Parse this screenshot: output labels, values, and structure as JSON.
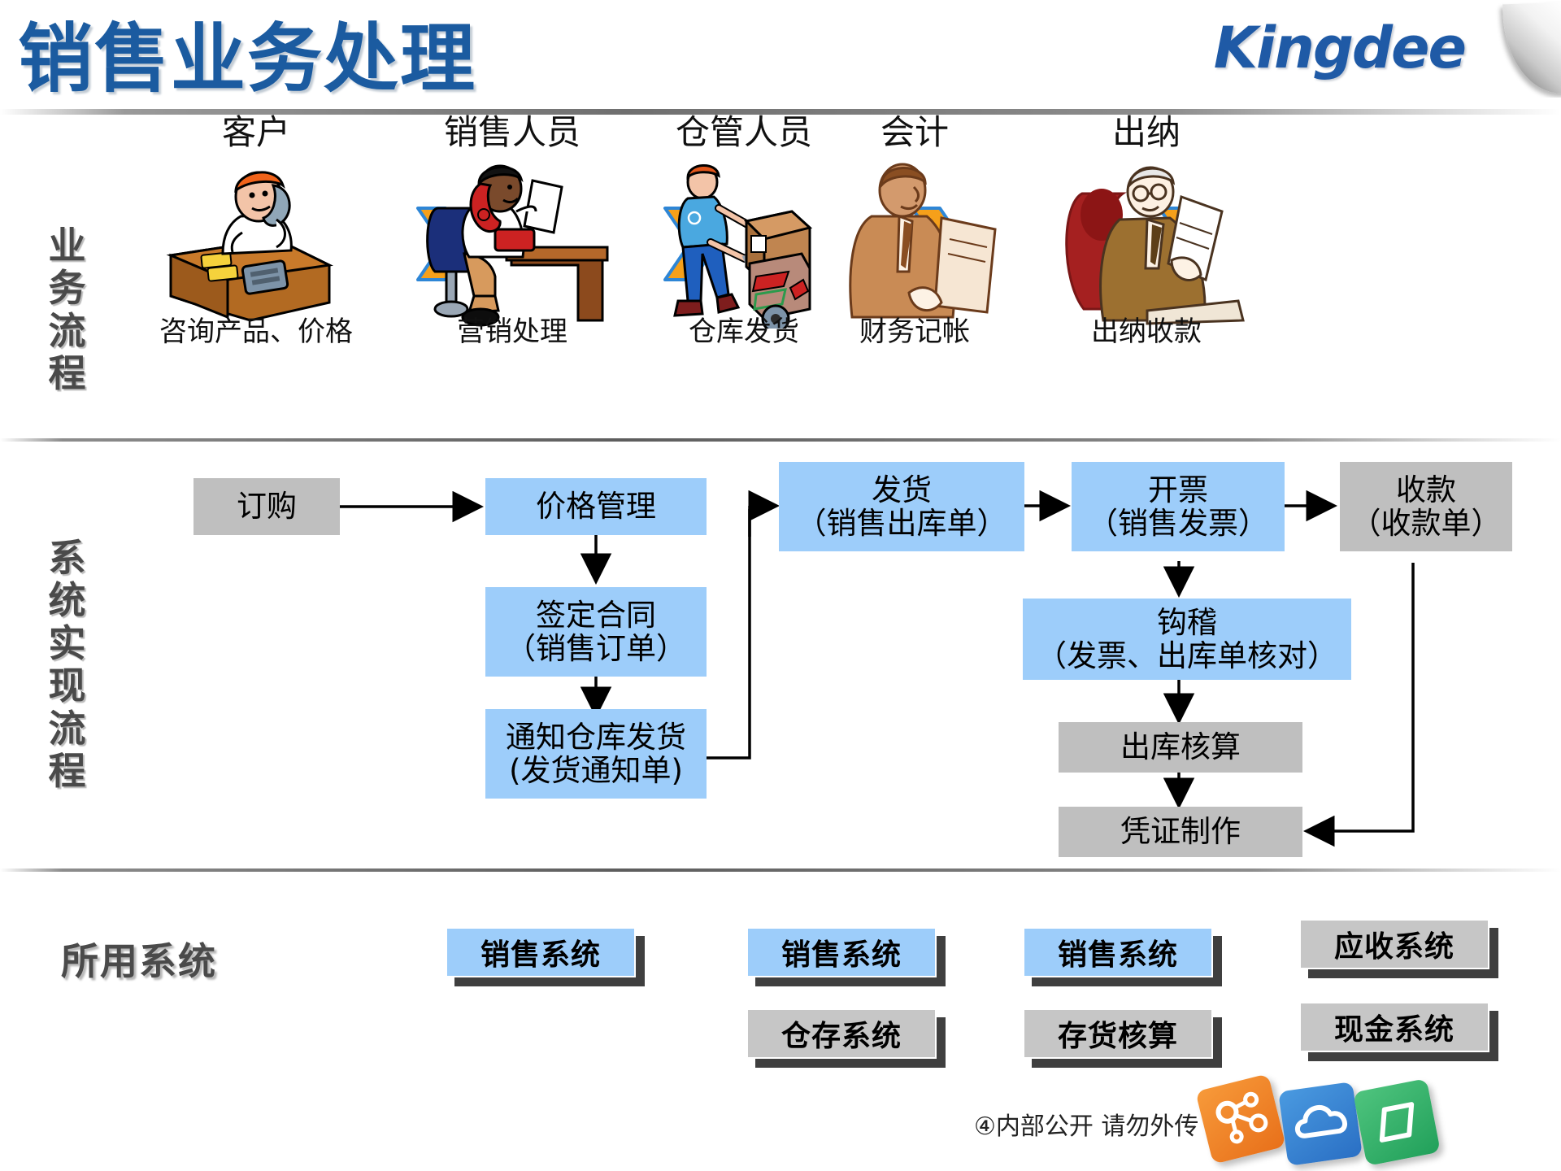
{
  "header": {
    "title": "销售业务处理",
    "brand": "Kingdee"
  },
  "bands": {
    "business_flow_label": "业务流程",
    "system_flow_label": "系统实现流程",
    "systems_used_label": "所用系统"
  },
  "business_flow": {
    "actors": [
      {
        "name": "客户",
        "caption": "咨询产品、价格",
        "art": "customer-on-phone-at-desk"
      },
      {
        "name": "销售人员",
        "caption": "营销处理",
        "art": "salesperson-on-phone-with-document"
      },
      {
        "name": "仓管人员",
        "caption": "仓库发货",
        "art": "warehouse-worker-with-handtruck"
      },
      {
        "name": "会计",
        "caption": "财务记帐",
        "art": "accountant-writing"
      },
      {
        "name": "出纳",
        "caption": "出纳收款",
        "art": "cashier-reading-document"
      }
    ],
    "arrow_count": 4,
    "arrow_fill": "#F6A01A",
    "arrow_stroke": "#2E86D6"
  },
  "system_flow": {
    "colors": {
      "blue": "#9DCDFA",
      "gray": "#BFBFBF"
    },
    "nodes": [
      {
        "id": "order",
        "label": "订购",
        "color": "gray"
      },
      {
        "id": "price",
        "label": "价格管理",
        "color": "blue"
      },
      {
        "id": "contract",
        "label": "签定合同\n（销售订单）",
        "color": "blue"
      },
      {
        "id": "notify",
        "label": "通知仓库发货\n(发货通知单)",
        "color": "blue"
      },
      {
        "id": "ship",
        "label": "发货\n（销售出库单）",
        "color": "blue"
      },
      {
        "id": "invoice",
        "label": "开票\n（销售发票）",
        "color": "blue"
      },
      {
        "id": "receipt",
        "label": "收款\n（收款单）",
        "color": "gray"
      },
      {
        "id": "reconcile",
        "label": "钩稽\n（发票、出库单核对）",
        "color": "blue"
      },
      {
        "id": "outacct",
        "label": "出库核算",
        "color": "gray"
      },
      {
        "id": "voucher",
        "label": "凭证制作",
        "color": "gray"
      }
    ]
  },
  "systems_used": {
    "columns": [
      {
        "badges": [
          {
            "label": "销售系统",
            "color": "blue"
          }
        ]
      },
      {
        "badges": [
          {
            "label": "销售系统",
            "color": "blue"
          },
          {
            "label": "仓存系统",
            "color": "gray"
          }
        ]
      },
      {
        "badges": [
          {
            "label": "销售系统",
            "color": "blue"
          },
          {
            "label": "存货核算",
            "color": "gray"
          }
        ]
      },
      {
        "badges": [
          {
            "label": "应收系统",
            "color": "gray"
          },
          {
            "label": "现金系统",
            "color": "gray"
          }
        ]
      }
    ]
  },
  "footer": {
    "note": "④内部公开 请勿外传",
    "cubes": [
      "network-cube-icon",
      "cloud-cube-icon",
      "tag-cube-icon"
    ]
  }
}
